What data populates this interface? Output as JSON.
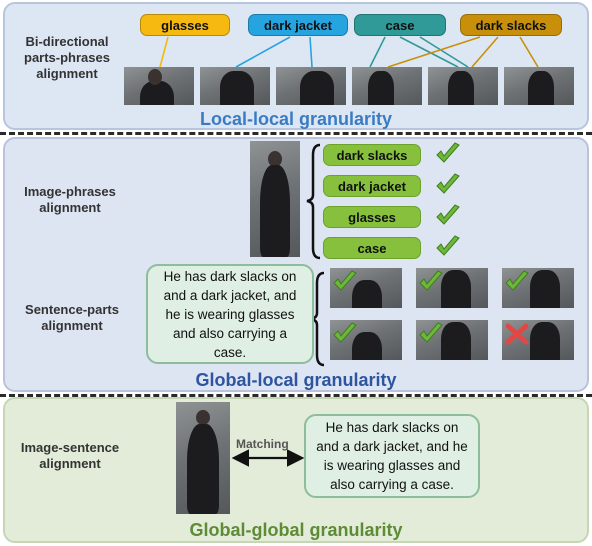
{
  "local": {
    "row_label": "Bi-directional parts-phrases alignment",
    "phrases": [
      {
        "label": "glasses",
        "color": "#f5b90f"
      },
      {
        "label": "dark jacket",
        "color": "#26a4e0"
      },
      {
        "label": "case",
        "color": "#2f9a98"
      },
      {
        "label": "dark slacks",
        "color": "#c8900a"
      }
    ],
    "granularity": "Local-local granularity",
    "granularity_color": "#3a7cc4"
  },
  "global_local": {
    "row1_label": "Image-phrases alignment",
    "phrases": [
      "dark slacks",
      "dark jacket",
      "glasses",
      "case"
    ],
    "row2_label": "Sentence-parts alignment",
    "sentence": "He has dark slacks on and a dark jacket, and he is wearing glasses and also carrying a case.",
    "part_marks": [
      "check",
      "check",
      "check",
      "check",
      "check",
      "cross"
    ],
    "granularity": "Global-local granularity",
    "granularity_color": "#2e55a0"
  },
  "global_global": {
    "row_label": "Image-sentence alignment",
    "arrow_label": "Matching",
    "sentence": "He has dark slacks on and a dark jacket, and he is wearing glasses and also carrying a case.",
    "granularity": "Global-global granularity",
    "granularity_color": "#5e8b35"
  },
  "colors": {
    "check": "#6db83a",
    "cross": "#e04848"
  }
}
